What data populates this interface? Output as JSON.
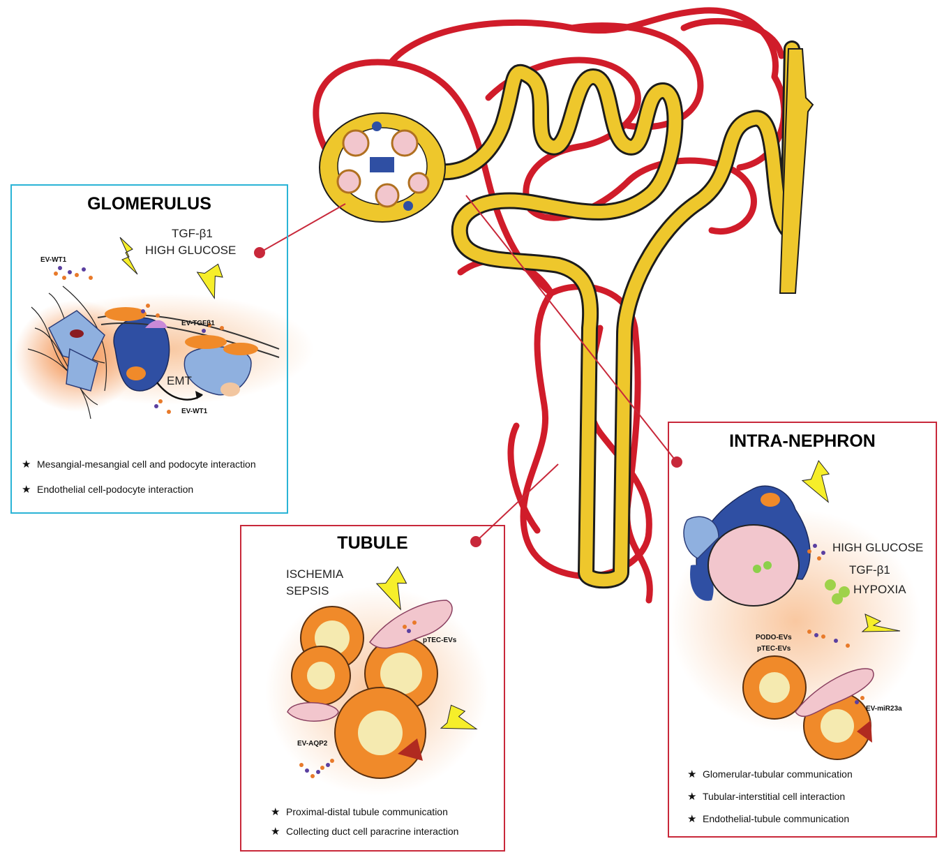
{
  "colors": {
    "vessel": "#d01c2a",
    "tubule": "#eec72c",
    "glomerulus_border": "#2ab4d6",
    "panel_border": "#c8283a",
    "cell_dark": "#2f4fa3",
    "cell_light": "#8fb0df",
    "cell_orange": "#f08a2a",
    "cell_pink": "#f2c6cd",
    "lightning": "#f6ee2a"
  },
  "glomerulus": {
    "title": "GLOMERULUS",
    "stimulus_1": "TGF-β1",
    "stimulus_2": "HIGH GLUCOSE",
    "ev_wt1_top": "EV-WT1",
    "ev_tgfb1": "EV-TGFβ1",
    "emt": "EMT",
    "ev_wt1_bottom": "EV-WT1",
    "bullets": [
      "Mesangial-mesangial cell and podocyte interaction",
      "Endothelial cell-podocyte interaction"
    ]
  },
  "tubule": {
    "title": "TUBULE",
    "stimulus_1": "ISCHEMIA",
    "stimulus_2": "SEPSIS",
    "ptec_evs": "pTEC-EVs",
    "ev_aqp2": "EV-AQP2",
    "bullets": [
      "Proximal-distal tubule communication",
      "Collecting duct cell paracrine interaction"
    ]
  },
  "intra_nephron": {
    "title": "INTRA-NEPHRON",
    "stimulus_1": "HIGH GLUCOSE",
    "stimulus_2": "TGF-β1",
    "stimulus_3": "HYPOXIA",
    "podo_evs": "PODO-EVs",
    "ptec_evs": "pTEC-EVs",
    "ev_mir23a": "EV-miR23a",
    "bullets": [
      "Glomerular-tubular communication",
      "Tubular-interstitial cell interaction",
      "Endothelial-tubule communication"
    ]
  }
}
